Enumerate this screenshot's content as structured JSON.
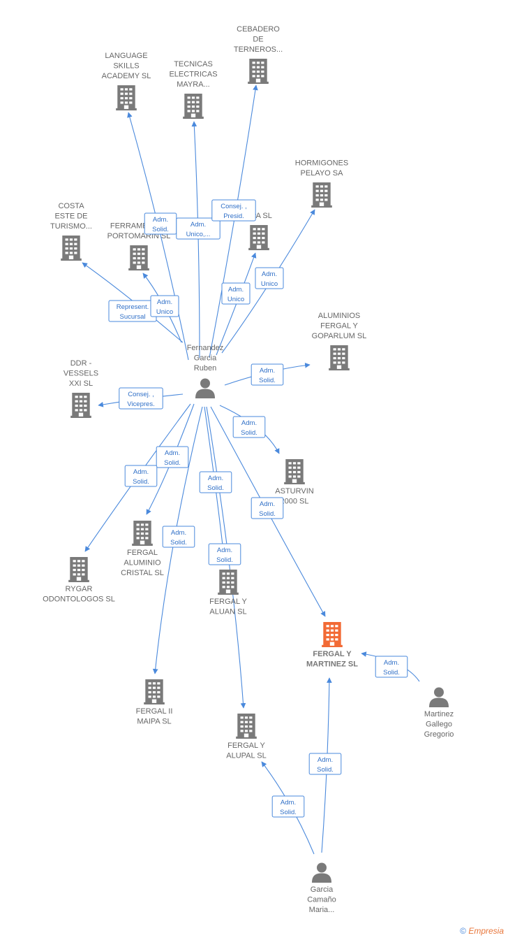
{
  "diagram": {
    "colors": {
      "edge": "#4a89dc",
      "node": "#7a7a7a",
      "highlight": "#f26a35",
      "label": "#666666"
    },
    "companies": [
      {
        "id": "language",
        "lines": [
          "LANGUAGE",
          "SKILLS",
          "ACADEMY  SL"
        ],
        "icon": "building-icon"
      },
      {
        "id": "tecnicas",
        "lines": [
          "TECNICAS",
          "ELECTRICAS",
          "MAYRA..."
        ],
        "icon": "building-icon"
      },
      {
        "id": "cebadero",
        "lines": [
          "CEBADERO",
          "DE",
          "TERNEROS..."
        ],
        "icon": "building-icon"
      },
      {
        "id": "hormigones",
        "lines": [
          "HORMIGONES",
          "PELAYO SA"
        ],
        "icon": "building-icon"
      },
      {
        "id": "costa",
        "lines": [
          "COSTA",
          "ESTE DE",
          "TURISMO..."
        ],
        "icon": "building-icon"
      },
      {
        "id": "ferramentas",
        "lines": [
          "FERRAMENTAS",
          "PORTOMARIN SL"
        ],
        "icon": "building-icon"
      },
      {
        "id": "rpa",
        "lines": [
          "RPA SL"
        ],
        "icon": "building-icon"
      },
      {
        "id": "aluminios",
        "lines": [
          "ALUMINIOS",
          "FERGAL Y",
          "GOPARLUM SL"
        ],
        "icon": "building-icon"
      },
      {
        "id": "ddr",
        "lines": [
          "DDR -",
          "VESSELS",
          "XXI SL"
        ],
        "icon": "building-icon"
      },
      {
        "id": "asturvin",
        "lines": [
          "ASTURVIN",
          "2000  SL"
        ],
        "icon": "building-icon"
      },
      {
        "id": "cristal",
        "lines": [
          "FERGAL",
          "ALUMINIO",
          "CRISTAL  SL"
        ],
        "icon": "building-icon"
      },
      {
        "id": "rygar",
        "lines": [
          "RYGAR",
          "ODONTOLOGOS SL"
        ],
        "icon": "building-icon"
      },
      {
        "id": "aluan",
        "lines": [
          "FERGAL Y",
          "ALUAN  SL"
        ],
        "icon": "building-icon"
      },
      {
        "id": "martinez_sl",
        "lines": [
          "FERGAL Y",
          "MARTINEZ  SL"
        ],
        "icon": "building-icon",
        "main": true
      },
      {
        "id": "maipa",
        "lines": [
          "FERGAL II",
          "MAIPA SL"
        ],
        "icon": "building-icon"
      },
      {
        "id": "alupal",
        "lines": [
          "FERGAL Y",
          "ALUPAL SL"
        ],
        "icon": "building-icon"
      }
    ],
    "people": [
      {
        "id": "fernandez",
        "lines": [
          "Fernandez",
          "Garcia",
          "Ruben"
        ],
        "icon": "person-icon"
      },
      {
        "id": "martinez_p",
        "lines": [
          "Martinez",
          "Gallego",
          "Gregorio"
        ],
        "icon": "person-icon"
      },
      {
        "id": "garcia",
        "lines": [
          "Garcia",
          "Camaño",
          "Maria..."
        ],
        "icon": "person-icon"
      }
    ],
    "edges": [
      {
        "id": "e1",
        "lines": [
          "Adm.",
          "Solid."
        ]
      },
      {
        "id": "e2",
        "lines": [
          "Adm.",
          "Unico,..."
        ]
      },
      {
        "id": "e3",
        "lines": [
          "Consej. ,",
          "Presid."
        ]
      },
      {
        "id": "e4",
        "lines": [
          "Adm.",
          "Unico"
        ]
      },
      {
        "id": "e5",
        "lines": [
          "Represent.",
          "Sucursal"
        ]
      },
      {
        "id": "e6",
        "lines": [
          "Adm.",
          "Unico"
        ]
      },
      {
        "id": "e7",
        "lines": [
          "Adm.",
          "Unico"
        ]
      },
      {
        "id": "e8",
        "lines": [
          "Adm.",
          "Solid."
        ]
      },
      {
        "id": "e9",
        "lines": [
          "Consej. ,",
          "Vicepres."
        ]
      },
      {
        "id": "e10",
        "lines": [
          "Adm.",
          "Solid."
        ]
      },
      {
        "id": "e11",
        "lines": [
          "Adm.",
          "Solid."
        ]
      },
      {
        "id": "e12",
        "lines": [
          "Adm.",
          "Solid."
        ]
      },
      {
        "id": "e13",
        "lines": [
          "Adm.",
          "Solid."
        ]
      },
      {
        "id": "e14",
        "lines": [
          "Adm.",
          "Solid."
        ]
      },
      {
        "id": "e15",
        "lines": [
          "Adm.",
          "Solid."
        ]
      },
      {
        "id": "e16",
        "lines": [
          "Adm.",
          "Solid."
        ]
      },
      {
        "id": "e17",
        "lines": [
          "Adm.",
          "Solid."
        ]
      },
      {
        "id": "e18",
        "lines": [
          "Adm.",
          "Solid."
        ]
      },
      {
        "id": "e19",
        "lines": [
          "Adm.",
          "Solid."
        ]
      }
    ]
  },
  "footer": {
    "copyright": "©",
    "brand": "Empresia"
  }
}
